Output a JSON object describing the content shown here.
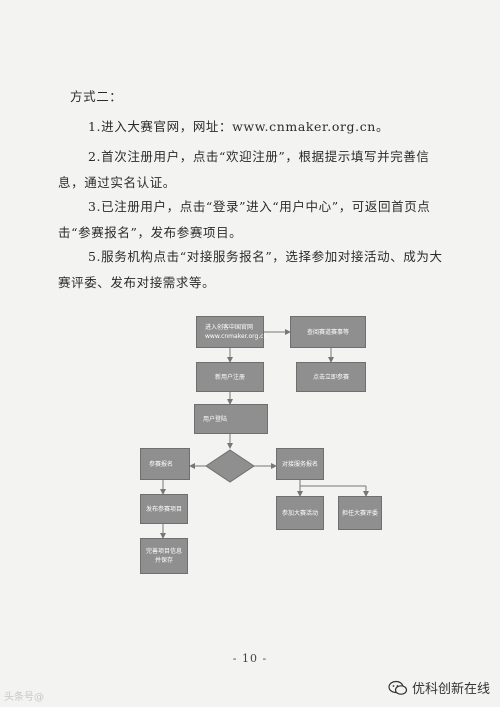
{
  "document": {
    "heading": "方式二：",
    "paragraphs": [
      "1.进入大赛官网，网址：www.cnmaker.org.cn。",
      "2.首次注册用户，点击“欢迎注册”，根据提示填写并完善信息，通过实名认证。",
      "3.已注册用户，点击“登录”进入“用户中心”，可返回首页点击“参赛报名”，发布参赛项目。",
      "5.服务机构点击“对接服务报名”，选择参加对接活动、成为大赛评委、发布对接需求等。"
    ],
    "page_number": "- 10 -"
  },
  "flowchart": {
    "enter_site": "进入创客中国官网",
    "enter_site_url": "www.cnmaker.org.cn",
    "view_process": "查阅赛道赛事等",
    "sign_up_entry": "点击立即参赛",
    "new_user_register": "新用户注册",
    "user_login": "用户登陆",
    "competition_signup": "参赛报名",
    "service_signup": "对接服务报名",
    "publish_project": "发布参赛项目",
    "complete_info_line1": "完善项目信息",
    "complete_info_line2": "并保存",
    "join_activity": "参加大赛活动",
    "become_judge": "担任大赛评委"
  },
  "watermark": {
    "left": "头条号@",
    "right": "优科创新在线"
  }
}
